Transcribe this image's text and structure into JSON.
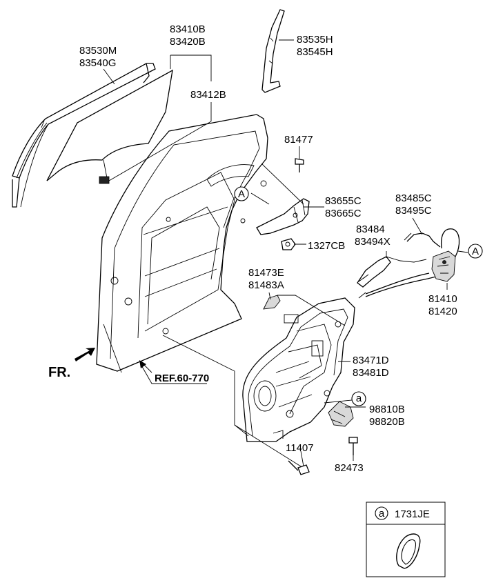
{
  "labels": {
    "glass_run_lh": "83530M",
    "glass_run_rh": "83540G",
    "glass_lh": "83410B",
    "glass_rh": "83420B",
    "glass_sub": "83412B",
    "channel_lh": "83535H",
    "channel_rh": "83545H",
    "screw_81477": "81477",
    "handle_lh": "83655C",
    "handle_rh": "83665C",
    "nut": "1327CB",
    "rod_lh": "83485C",
    "rod_rh": "83495C",
    "cable_lh": "83484",
    "cable_rh": "83494X",
    "cover_lh": "81473E",
    "cover_rh": "81483A",
    "latch_lh": "81410",
    "latch_rh": "81420",
    "module_lh": "83471D",
    "module_rh": "83481D",
    "motor_lh": "98810B",
    "motor_rh": "98820B",
    "bolt_11407": "11407",
    "bolt_82473": "82473",
    "ref": "REF.60-770",
    "front": "FR."
  },
  "callouts": {
    "circle_a_upper": "A",
    "circle_a_right": "A",
    "circle_small_a": "a"
  },
  "legend": {
    "key": "a",
    "part_no": "1731JE"
  }
}
